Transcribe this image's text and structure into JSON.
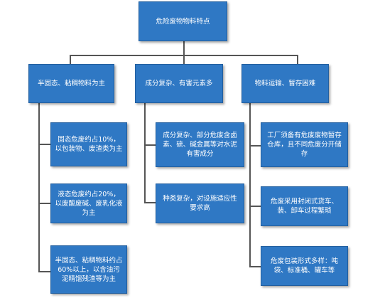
{
  "root": {
    "label": "危险废物物料特点"
  },
  "branches": [
    {
      "label": "半固态、粘稠物料为主",
      "children": [
        "固态危废约占10%，以包装物、废渣类为主",
        "液态危废约占20%，以废酸废碱、废乳化液为主",
        "半固态、粘稠物料约占60%以上，以含油污泥精馏残渣等为主"
      ]
    },
    {
      "label": "成分复杂、有害元素多",
      "children": [
        "成分复杂、部分危废含卤素、硫、碱金属等对水泥有害成分",
        "种类复杂，对设施适应性要求高"
      ]
    },
    {
      "label": "物料运输、暂存困难",
      "children": [
        "工厂须备有危废废物暂存仓库，且不同危废分开储存",
        "危废采用封闭式货车、装、卸车过程繁琐",
        "危废包装形式多样：吨袋、标准桶、罐车等"
      ]
    }
  ]
}
